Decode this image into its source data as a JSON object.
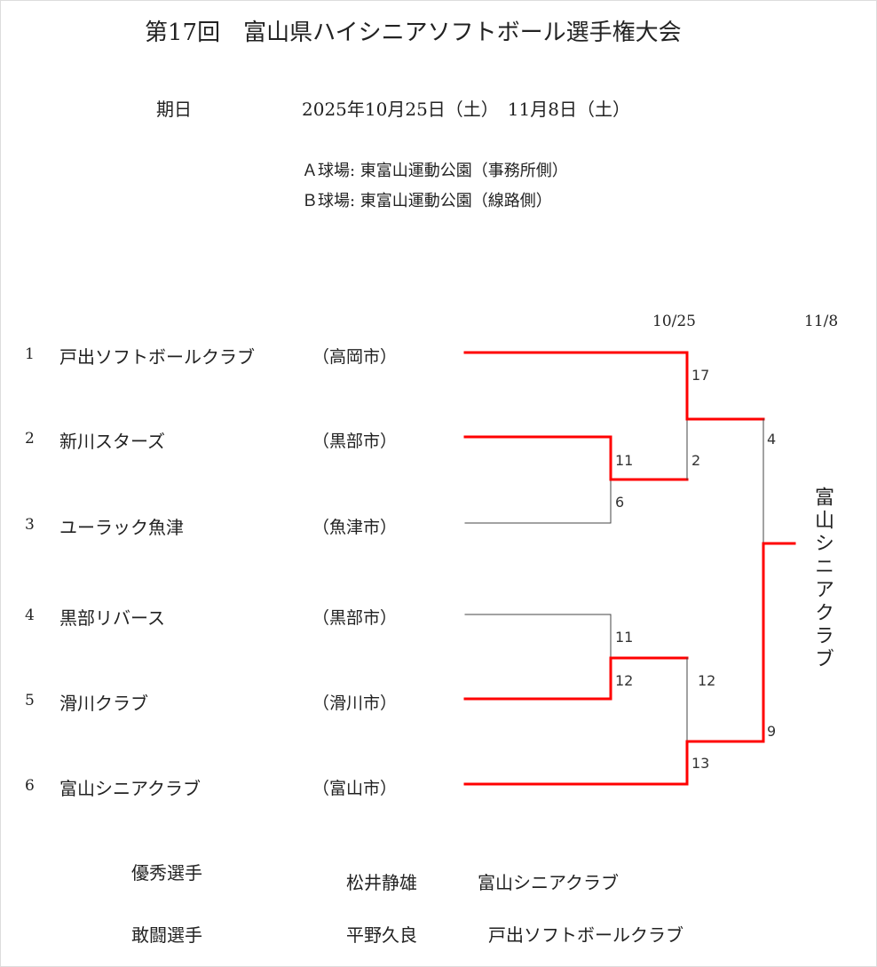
{
  "title": "第17回　富山県ハイシニアソフトボール選手権大会",
  "schedule": {
    "label": "期日",
    "value": "2025年10月25日（土）　11月8日（土）"
  },
  "venues": [
    "Ａ球場: 東富山運動公園（事務所側）",
    "Ｂ球場: 東富山運動公園（線路側）"
  ],
  "round_dates": [
    "10/25",
    "11/8"
  ],
  "teams": [
    {
      "no": "1",
      "name": "戸出ソフトボールクラブ",
      "city": "（高岡市）"
    },
    {
      "no": "2",
      "name": "新川スターズ",
      "city": "（黒部市）"
    },
    {
      "no": "3",
      "name": "ユーラック魚津",
      "city": "（魚津市）"
    },
    {
      "no": "4",
      "name": "黒部リバース",
      "city": "（黒部市）"
    },
    {
      "no": "5",
      "name": "滑川クラブ",
      "city": "（滑川市）"
    },
    {
      "no": "6",
      "name": "富山シニアクラブ",
      "city": "（富山市）"
    }
  ],
  "scores": {
    "r1_top": [
      "11",
      "6"
    ],
    "r1_bottom": [
      "11",
      "12"
    ],
    "semi_top": [
      "17",
      "2"
    ],
    "semi_bottom": [
      "12",
      "13"
    ],
    "final": [
      "4",
      "9"
    ]
  },
  "champion": "富山シニアクラブ",
  "colors": {
    "winner_line": "#ff0000",
    "loser_line": "#444444"
  },
  "awards": [
    {
      "label": "優秀選手",
      "player": "松井静雄",
      "team": "富山シニアクラブ"
    },
    {
      "label": "敢闘選手",
      "player": "平野久良",
      "team": "戸出ソフトボールクラブ"
    }
  ]
}
